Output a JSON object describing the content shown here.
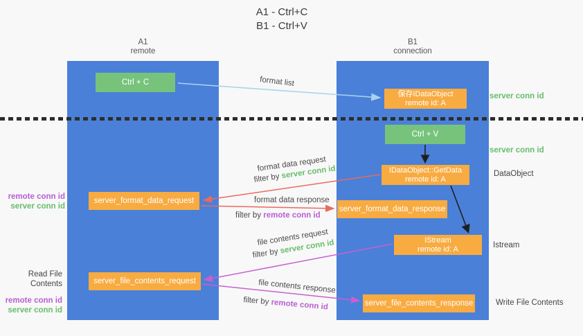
{
  "title": {
    "line1": "A1 - Ctrl+C",
    "line2": "B1 - Ctrl+V"
  },
  "lanes": {
    "a": {
      "name": "A1",
      "role": "remote"
    },
    "b": {
      "name": "B1",
      "role": "connection"
    }
  },
  "nodes": {
    "ctrl_c": {
      "label": "Ctrl + C"
    },
    "ctrl_v": {
      "label": "Ctrl + V"
    },
    "save_dataobject": {
      "line1": "保存IDataObject",
      "line2": "remote id: A"
    },
    "getdata": {
      "line1": "IDataObject::GetData",
      "line2": "remote id: A"
    },
    "istream": {
      "line1": "IStream",
      "line2": "remote id: A"
    },
    "server_format_data_request": {
      "label": "server_format_data_request"
    },
    "server_format_data_response": {
      "label": "server_format_data_response"
    },
    "server_file_contents_request": {
      "label": "server_file_contents_request"
    },
    "server_file_contents_response": {
      "label": "server_file_contents_response"
    }
  },
  "arrow_labels": {
    "format_list": "format list",
    "format_data_request": "format data request",
    "format_data_response": "format data response",
    "file_contents_request": "file contents request",
    "file_contents_response": "file contents response",
    "filter_by": "filter by"
  },
  "side_labels": {
    "server_conn_id": "server conn id",
    "remote_conn_id": "remote conn id",
    "dataobject": "DataObject",
    "istream": "Istream",
    "read_file_contents": "Read File Contents",
    "write_file_contents": "Write File Contents"
  },
  "colors": {
    "lane_blue": "#4a80d8",
    "node_green": "#77c37c",
    "node_orange": "#f8ab41",
    "conn_id_green": "#67bd6b",
    "conn_id_purple": "#b95fd0",
    "arrow_lightblue": "#a9d3ec",
    "arrow_red": "#e96a5f",
    "arrow_magenta": "#c95fd2",
    "arrow_black": "#1f1f1f"
  }
}
